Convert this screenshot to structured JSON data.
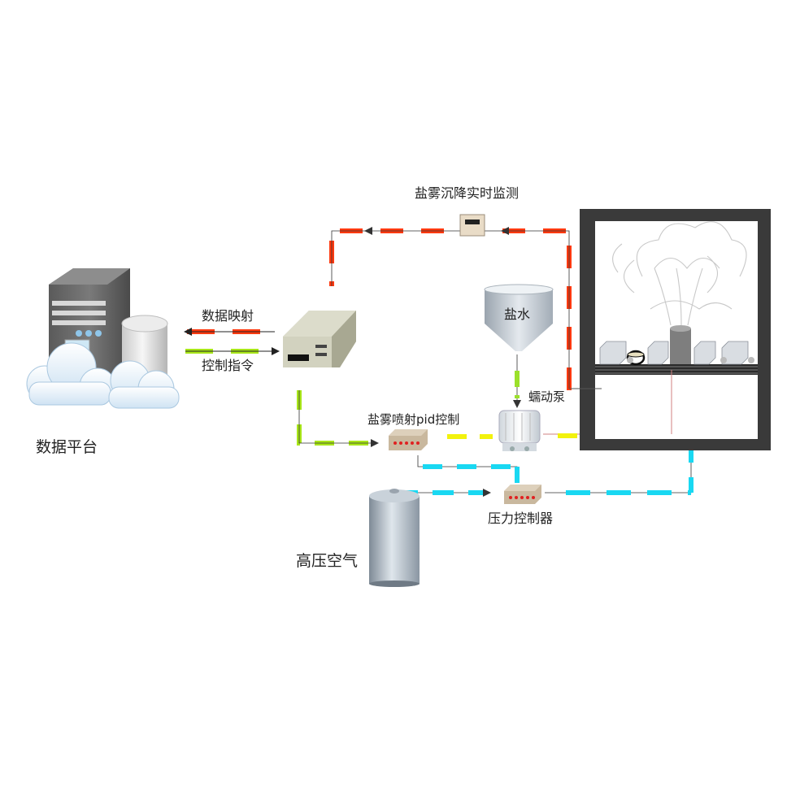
{
  "labels": {
    "data_platform": "数据平台",
    "data_mapping": "数据映射",
    "control_command": "控制指令",
    "deposition_monitor": "盐雾沉降实时监测",
    "brine": "盐水",
    "peristaltic_pump": "蠕动泵",
    "spray_pid": "盐雾喷射pid控制",
    "pressure_controller": "压力控制器",
    "high_pressure_air": "高压空气"
  },
  "colors": {
    "data_line": "#ff3a10",
    "control_line": "#a8e619",
    "brine_line": "#9be02a",
    "spray_line": "#f2f20d",
    "air_line": "#19d8f2",
    "chamber_wall": "#3a3a3a"
  }
}
